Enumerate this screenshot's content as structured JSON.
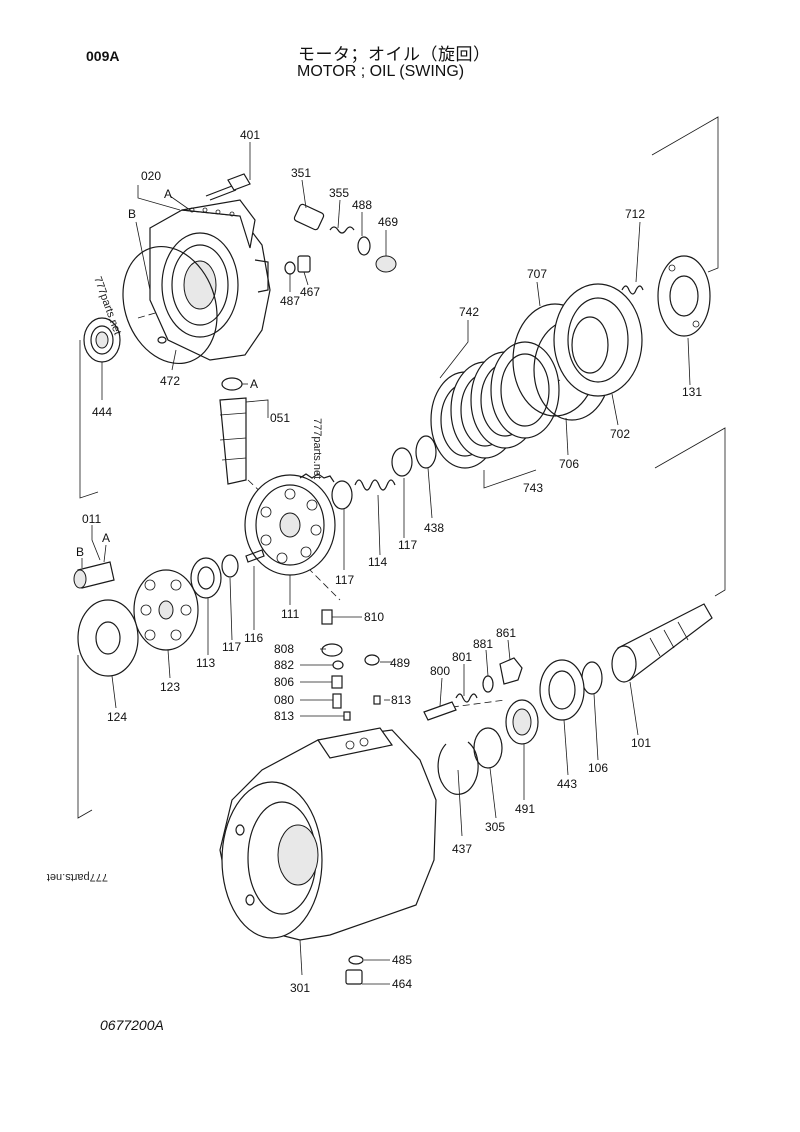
{
  "header": {
    "page_code": "009A",
    "title_jp": "モータ；オイル（旋回）",
    "title_en": "MOTOR ; OIL (SWING)"
  },
  "footer": {
    "drawing_number": "0677200A"
  },
  "watermarks": {
    "left": "777parts.net",
    "center": "777parts.net",
    "mirrored": "777parts.net"
  },
  "labels": {
    "p401": "401",
    "p020": "020",
    "pA1": "A",
    "pB1": "B",
    "p351": "351",
    "p355": "355",
    "p488": "488",
    "p469": "469",
    "p487": "487",
    "p467": "467",
    "p472": "472",
    "p444": "444",
    "pA2": "A",
    "p051": "051",
    "p712": "712",
    "p707": "707",
    "p742": "742",
    "p131": "131",
    "p702": "702",
    "p706": "706",
    "p743": "743",
    "p438": "438",
    "p117a": "117",
    "p114": "114",
    "p117b": "117",
    "p011": "011",
    "pA3": "A",
    "pB3": "B",
    "p111": "111",
    "p116": "116",
    "p117c": "117",
    "p113": "113",
    "p123": "123",
    "p124": "124",
    "p810": "810",
    "p808": "808",
    "p882": "882",
    "p806": "806",
    "p080": "080",
    "p813a": "813",
    "p813b": "813",
    "p489": "489",
    "p800": "800",
    "p801": "801",
    "p881": "881",
    "p861": "861",
    "p101": "101",
    "p106": "106",
    "p443": "443",
    "p491": "491",
    "p305": "305",
    "p437": "437",
    "p485": "485",
    "p464": "464",
    "p301": "301"
  }
}
